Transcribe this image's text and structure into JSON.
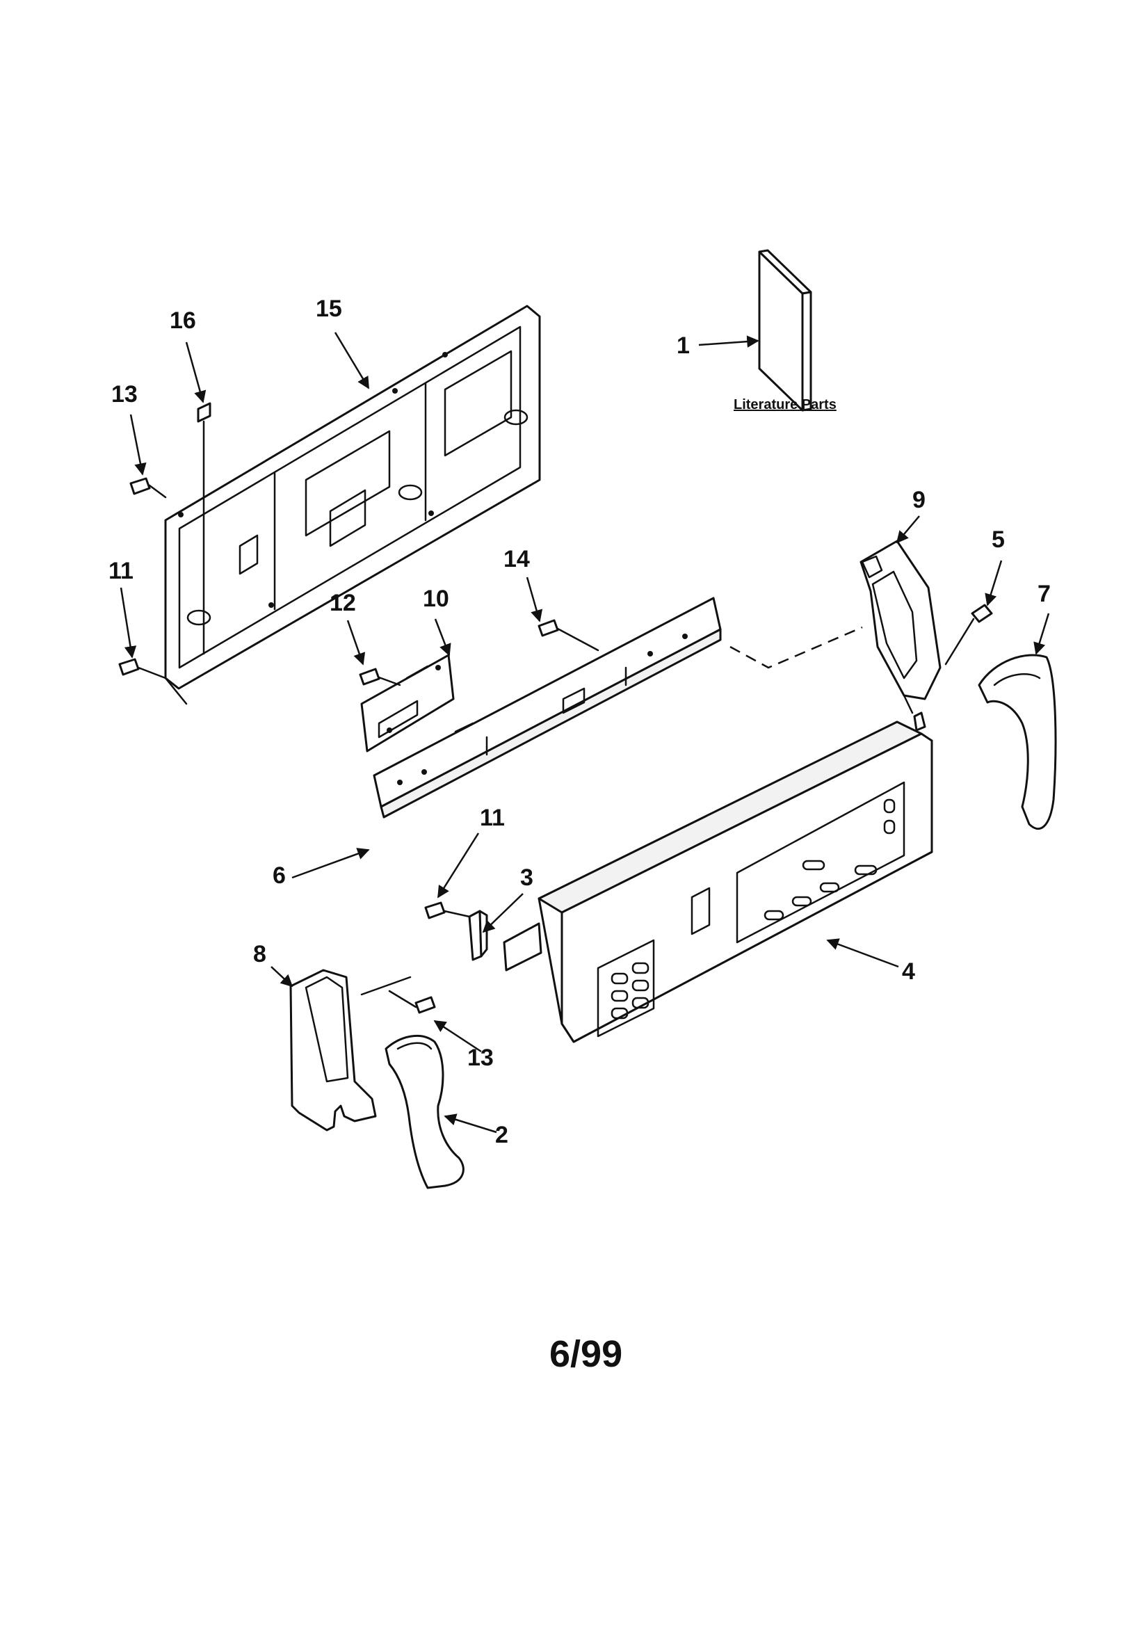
{
  "diagram": {
    "literature_label": "Literature Parts",
    "date_code": "6/99",
    "callouts": [
      {
        "id": "c1",
        "label": "1"
      },
      {
        "id": "c2",
        "label": "2"
      },
      {
        "id": "c3",
        "label": "3"
      },
      {
        "id": "c4",
        "label": "4"
      },
      {
        "id": "c5",
        "label": "5"
      },
      {
        "id": "c6",
        "label": "6"
      },
      {
        "id": "c7",
        "label": "7"
      },
      {
        "id": "c8",
        "label": "8"
      },
      {
        "id": "c9",
        "label": "9"
      },
      {
        "id": "c10",
        "label": "10"
      },
      {
        "id": "c11a",
        "label": "11"
      },
      {
        "id": "c11b",
        "label": "11"
      },
      {
        "id": "c12",
        "label": "12"
      },
      {
        "id": "c13a",
        "label": "13"
      },
      {
        "id": "c13b",
        "label": "13"
      },
      {
        "id": "c14",
        "label": "14"
      },
      {
        "id": "c15",
        "label": "15"
      },
      {
        "id": "c16",
        "label": "16"
      }
    ]
  }
}
